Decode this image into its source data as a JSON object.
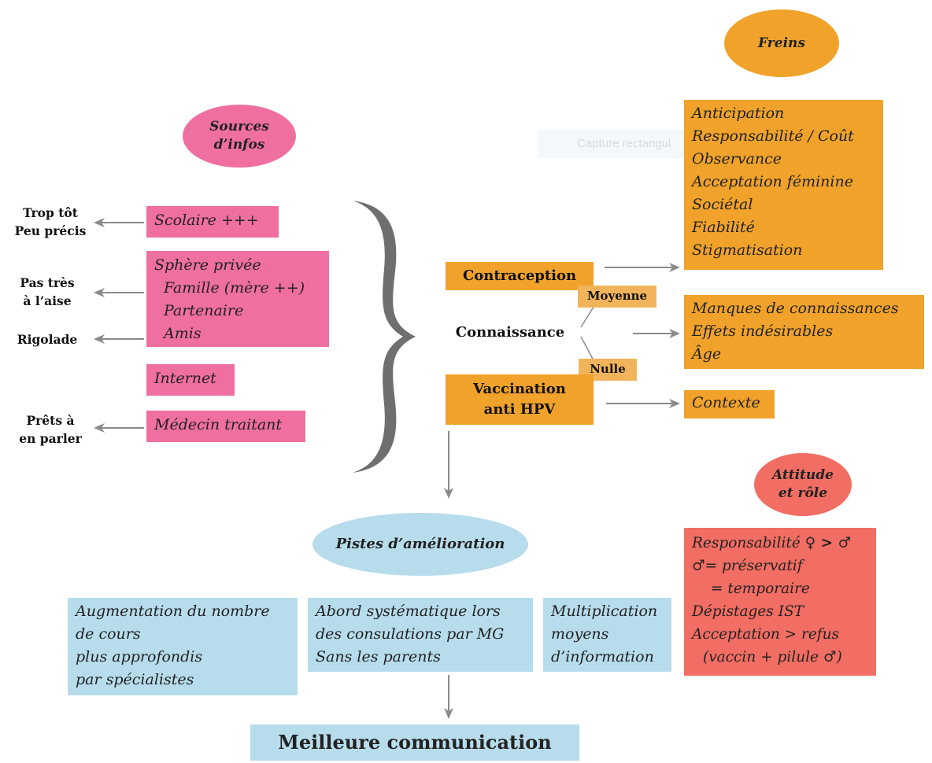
{
  "headings": {
    "sources": "Sources d’infos",
    "freins": "Freins",
    "pistes": "Pistes d’amélioration",
    "attitude": "Attitude et rôle"
  },
  "sources": {
    "scolaire": "Scolaire +++",
    "sphere_title": "Sphère privée",
    "famille": "Famille (mère ++)",
    "partenaire": "Partenaire",
    "amis": "Amis",
    "internet": "Internet",
    "medecin": "Médecin traitant"
  },
  "left_labels": {
    "trop_tot": "Trop tôt",
    "peu_precis": "Peu précis",
    "pas_tres": "Pas très",
    "a_laise": "à l’aise",
    "rigolade": "Rigolade",
    "prets": "Prêts à",
    "en_parler": "en parler"
  },
  "center": {
    "contraception": "Contraception",
    "connaissance": "Connaissance",
    "moyenne": "Moyenne",
    "nulle": "Nulle",
    "vaccination_1": "Vaccination",
    "vaccination_2": "anti HPV"
  },
  "freins_contraception": [
    "Anticipation",
    "Responsabilité / Coût",
    "Observance",
    "Acceptation féminine",
    "Sociétal",
    "Fiabilité",
    "Stigmatisation"
  ],
  "freins_connaissance": [
    "Manques de connaissances",
    "Effets indésirables",
    "Âge"
  ],
  "freins_vaccination": "Contexte",
  "attitude_lines": {
    "l1_text": "Responsabilité ",
    "l1_symbols": "♀ > ♂",
    "l2_symbol": "♂",
    "l2_text": "= préservatif",
    "l3_text": "= temporaire",
    "l4_text": "Dépistages IST",
    "l5_text": "Acceptation > refus",
    "l6_text": "(vaccin + pilule ",
    "l6_symbol": "♂",
    "l6_end": ")"
  },
  "pistes": {
    "box1": [
      "Augmentation du nombre",
      "de cours",
      "plus approfondis",
      "par spécialistes"
    ],
    "box2": [
      "Abord systématique lors",
      "des consulations par MG",
      "Sans les parents"
    ],
    "box3": [
      "Multiplication",
      "moyens",
      "d’information"
    ]
  },
  "result": "Meilleure communication",
  "watermark": "Capture rectangul",
  "colors": {
    "pink": "#ef6fa0",
    "orange": "#f0a22a",
    "blue": "#b7dcec",
    "red": "#f26d63",
    "arrow": "#8a8a8a",
    "brace": "#6f6f6f"
  }
}
